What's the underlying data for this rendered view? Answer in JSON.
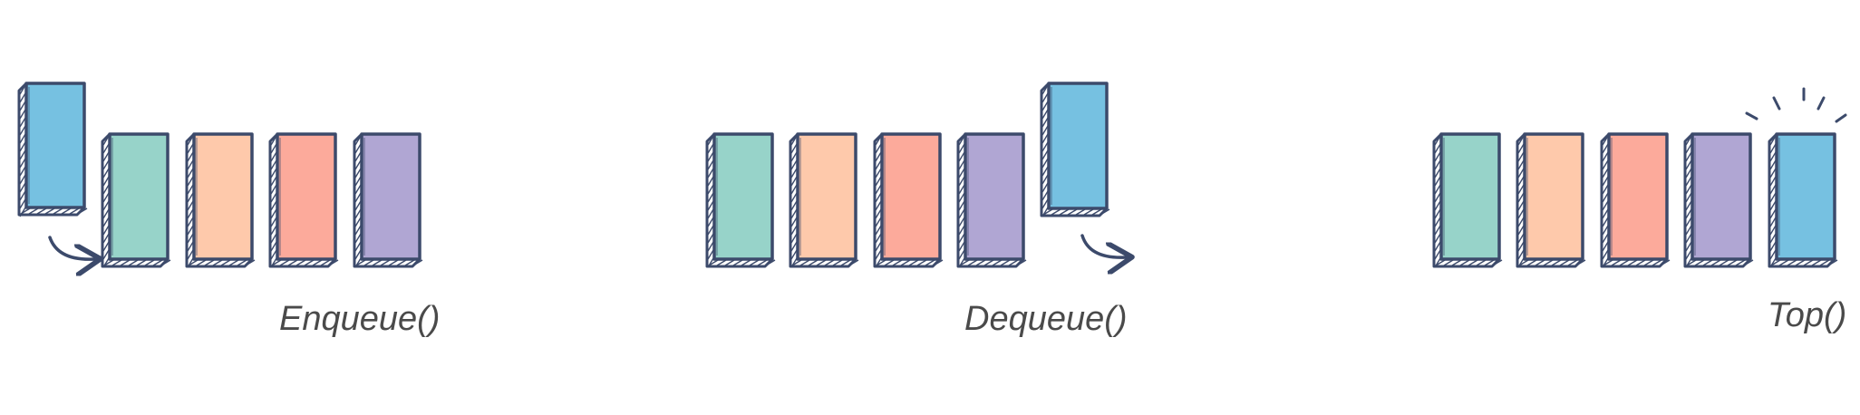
{
  "colors": {
    "outline": "#3c4a6b",
    "teal": "#97d3c9",
    "peach": "#fec9ab",
    "salmon": "#fcaa9b",
    "lavender": "#b0a6d3",
    "blue": "#76c1e1"
  },
  "panels": [
    {
      "label": "Enqueue()",
      "queue": [
        "teal",
        "peach",
        "salmon",
        "lavender"
      ],
      "moving_block": "blue",
      "arrow_icon": "curved-arrow-icon"
    },
    {
      "label": "Dequeue()",
      "queue": [
        "teal",
        "peach",
        "salmon",
        "lavender"
      ],
      "moving_block": "blue",
      "arrow_icon": "curved-arrow-icon"
    },
    {
      "label": "Top()",
      "queue": [
        "teal",
        "peach",
        "salmon",
        "lavender",
        "blue"
      ],
      "highlight_icon": "sparkle-icon"
    }
  ]
}
